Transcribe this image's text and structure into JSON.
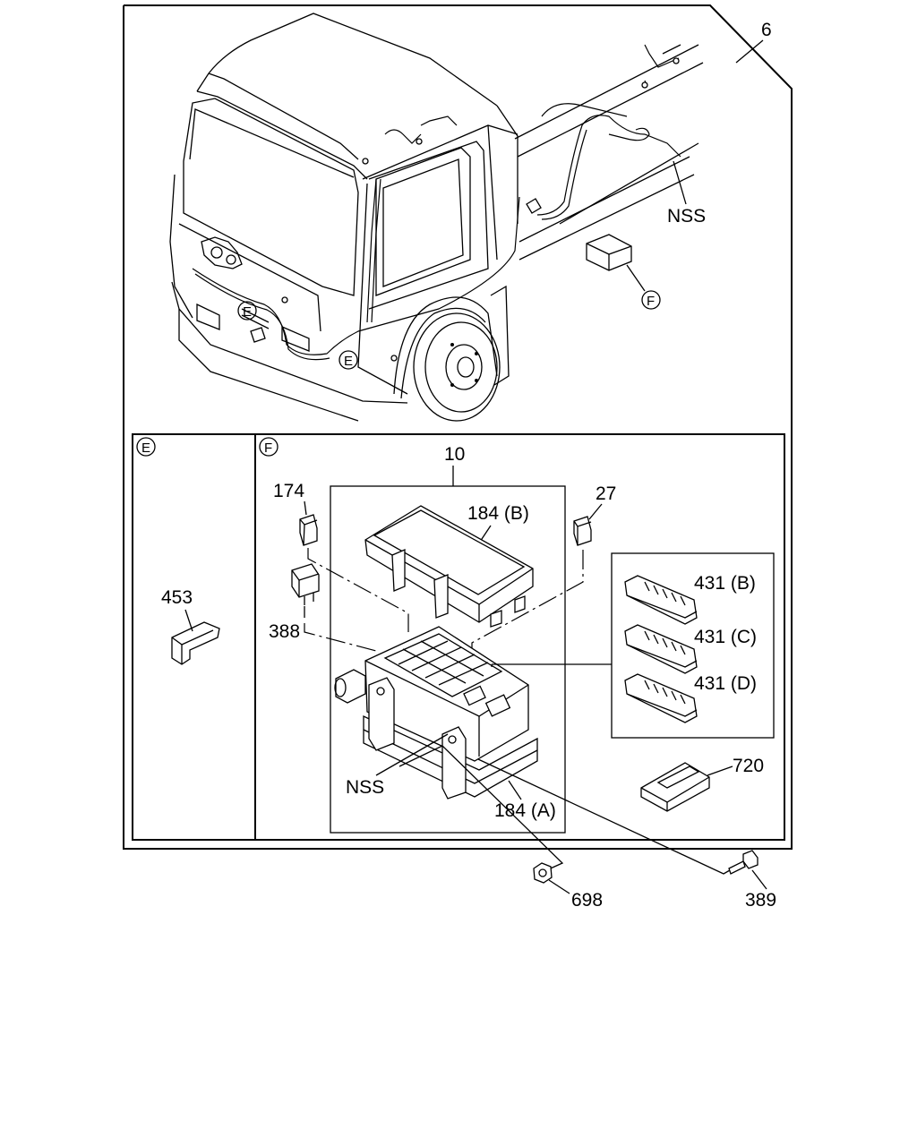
{
  "callouts": {
    "assembly": "6",
    "nss_top": "NSS",
    "box_assembly": "10",
    "fuse_174": "174",
    "relay_388": "388",
    "cover_184b": "184 (B)",
    "fuse_27": "27",
    "connector_431b": "431 (B)",
    "connector_431c": "431 (C)",
    "connector_431d": "431 (D)",
    "clip_453": "453",
    "bracket_720": "720",
    "nss_bottom": "NSS",
    "base_184a": "184 (A)",
    "nut_698": "698",
    "bolt_389": "389"
  },
  "views": {
    "view_e_marker": "E",
    "view_f_marker": "F",
    "ref_e_1": "E",
    "ref_e_2": "E",
    "ref_f": "F"
  }
}
